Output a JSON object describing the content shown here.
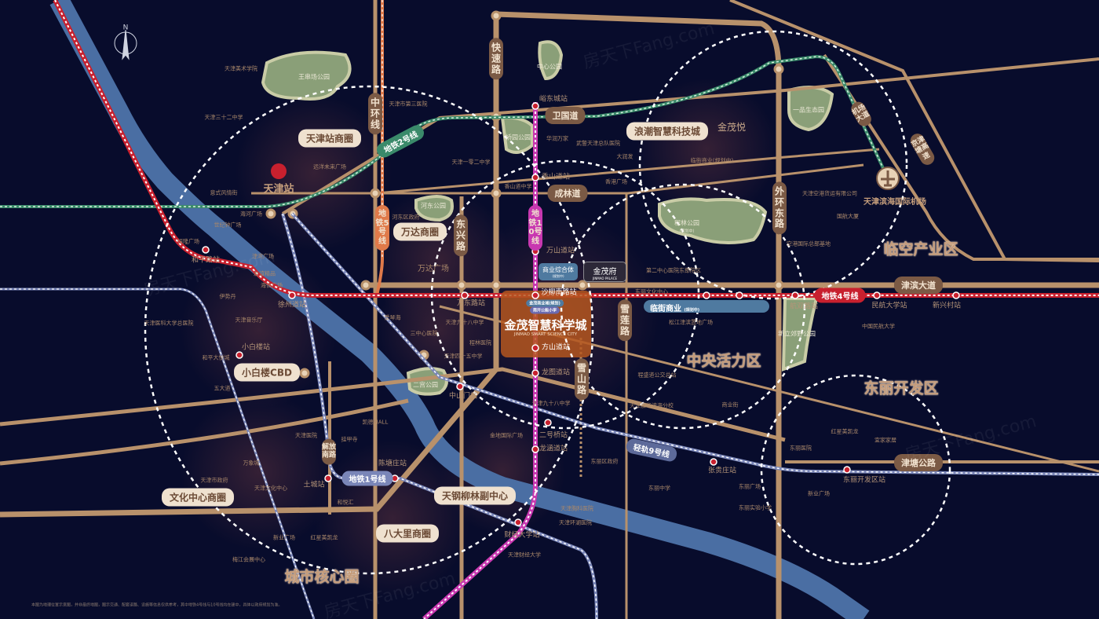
{
  "compass": "N",
  "districts": {
    "core": "城市核心圈",
    "central": "中央活力区",
    "airport": "临空产业区",
    "dongli": "东丽开发区"
  },
  "project": {
    "name": "金茂智慧科学城",
    "name_en": "JINMAO SMART SCIENCE CITY",
    "tags": [
      "金茂商业城(规划)",
      "南开公能小学"
    ]
  },
  "palace": {
    "name": "金茂府",
    "name_en": "JINMAO PALACE"
  },
  "yue": {
    "name": "金茂悦"
  },
  "commercial": {
    "name": "商业综合体",
    "sub": "(规划中)"
  },
  "street_commercial": {
    "name": "临街商业",
    "sub": "(规划中)"
  },
  "circles": [
    "天津站商圈",
    "万达商圈",
    "小白楼CBD",
    "文化中心商圈",
    "八大里商圈",
    "天钢柳林副中心",
    "浪潮智慧科技城"
  ],
  "roads": {
    "kuaisu": "快速路",
    "zhonghuan": "中环线",
    "dongxing": "东兴路",
    "weiguo": "卫国道",
    "chenglin": "成林道",
    "waihuan": "外环东路",
    "jichang": "机场大道",
    "jingjintang": "京津塘高速",
    "jinbin": "津滨大道",
    "jintang": "津塘公路",
    "xuelian": "雪莲路",
    "xueshan": "雪山路",
    "jiefang": "解放南路"
  },
  "metro_lines": {
    "l1": "地铁1号线",
    "l2": "地铁2号线",
    "l4": "地铁4号线",
    "l5": "地铁5号线",
    "l9": "轻轨9号线",
    "l10": "地铁10号线"
  },
  "colors": {
    "bg": "#080c2c",
    "road": "#b8916b",
    "river": "#4a6ea3",
    "park": "#8ea47c",
    "l4": "#c8202e",
    "l10": "#c838b0",
    "l2": "#3a8a6a",
    "l1": "#7a86b8",
    "project": "#b4561e"
  },
  "stations": [
    "和平路站",
    "徐州道站",
    "小白楼站",
    "土城站",
    "陈塘庄站",
    "万东路站",
    "中山门站",
    "峪东城站",
    "香山道站",
    "万山道站",
    "沙柳南路站",
    "方山道站",
    "龙图道站",
    "二号桥站",
    "龙涵道站",
    "财经大学站",
    "张贵庄站",
    "航双路站",
    "民航大学站",
    "新兴村站",
    "东丽开发区站",
    "天津站"
  ],
  "parks": [
    "王串场公园",
    "河东公园",
    "桥园公园",
    "中心公园",
    "程林公园",
    "(规划中)",
    "一品生态园",
    "新立郊野公园",
    "二宫公园"
  ],
  "pois": [
    "天津美术学院",
    "天津三十二中学",
    "天津市第三医院",
    "远洋未来广场",
    "意式风情街",
    "海河广场",
    "世纪钟广场",
    "恒隆广场",
    "津湾广场",
    "友谊精品",
    "海信广场",
    "伊势丹",
    "天津音乐厅",
    "天津医科大学总医院",
    "和平大悦城",
    "五大道",
    "天津市政府",
    "万象城",
    "天津文化中心",
    "和悦汇",
    "天津医院",
    "挂甲寺",
    "凯德MALL",
    "新业广场",
    "红星美凯龙",
    "梅江会展中心",
    "金地国际广场",
    "河东区政府",
    "万达广场",
    "天津一零二中学",
    "华润万家",
    "武警天津总队医院",
    "大润发",
    "香山道中学",
    "香港广场",
    "东丽文化中心",
    "第二中心医院东部院区",
    "临街商业(规划中)",
    "天津空港货运有限公司",
    "国航大厦",
    "空港国际总部基地",
    "天津滨海国际机场",
    "中国民航大学",
    "红星美凯龙",
    "宜家家居",
    "东丽医院",
    "新业广场",
    "松江津滨置地广场",
    "程盛道公交总站",
    "天津嘉华滨海分校",
    "商业街",
    "天津九十八中学",
    "东丽区政府",
    "东丽中学",
    "东丽广场",
    "东丽实验小学",
    "天津胸科医院",
    "天津环湖医院",
    "天津财经大学",
    "爱琴海",
    "三中心医院",
    "天津四十五中学",
    "程林医院",
    "天津九十八中学"
  ],
  "disclaimer": "本图为地理位置示意图，并非最终地图，图示交通、配套道路、设施等信息仅供参考，其中地铁4号线与10号线均在建中，具体以政府规划为准。",
  "watermark": "房天下Fang.com"
}
